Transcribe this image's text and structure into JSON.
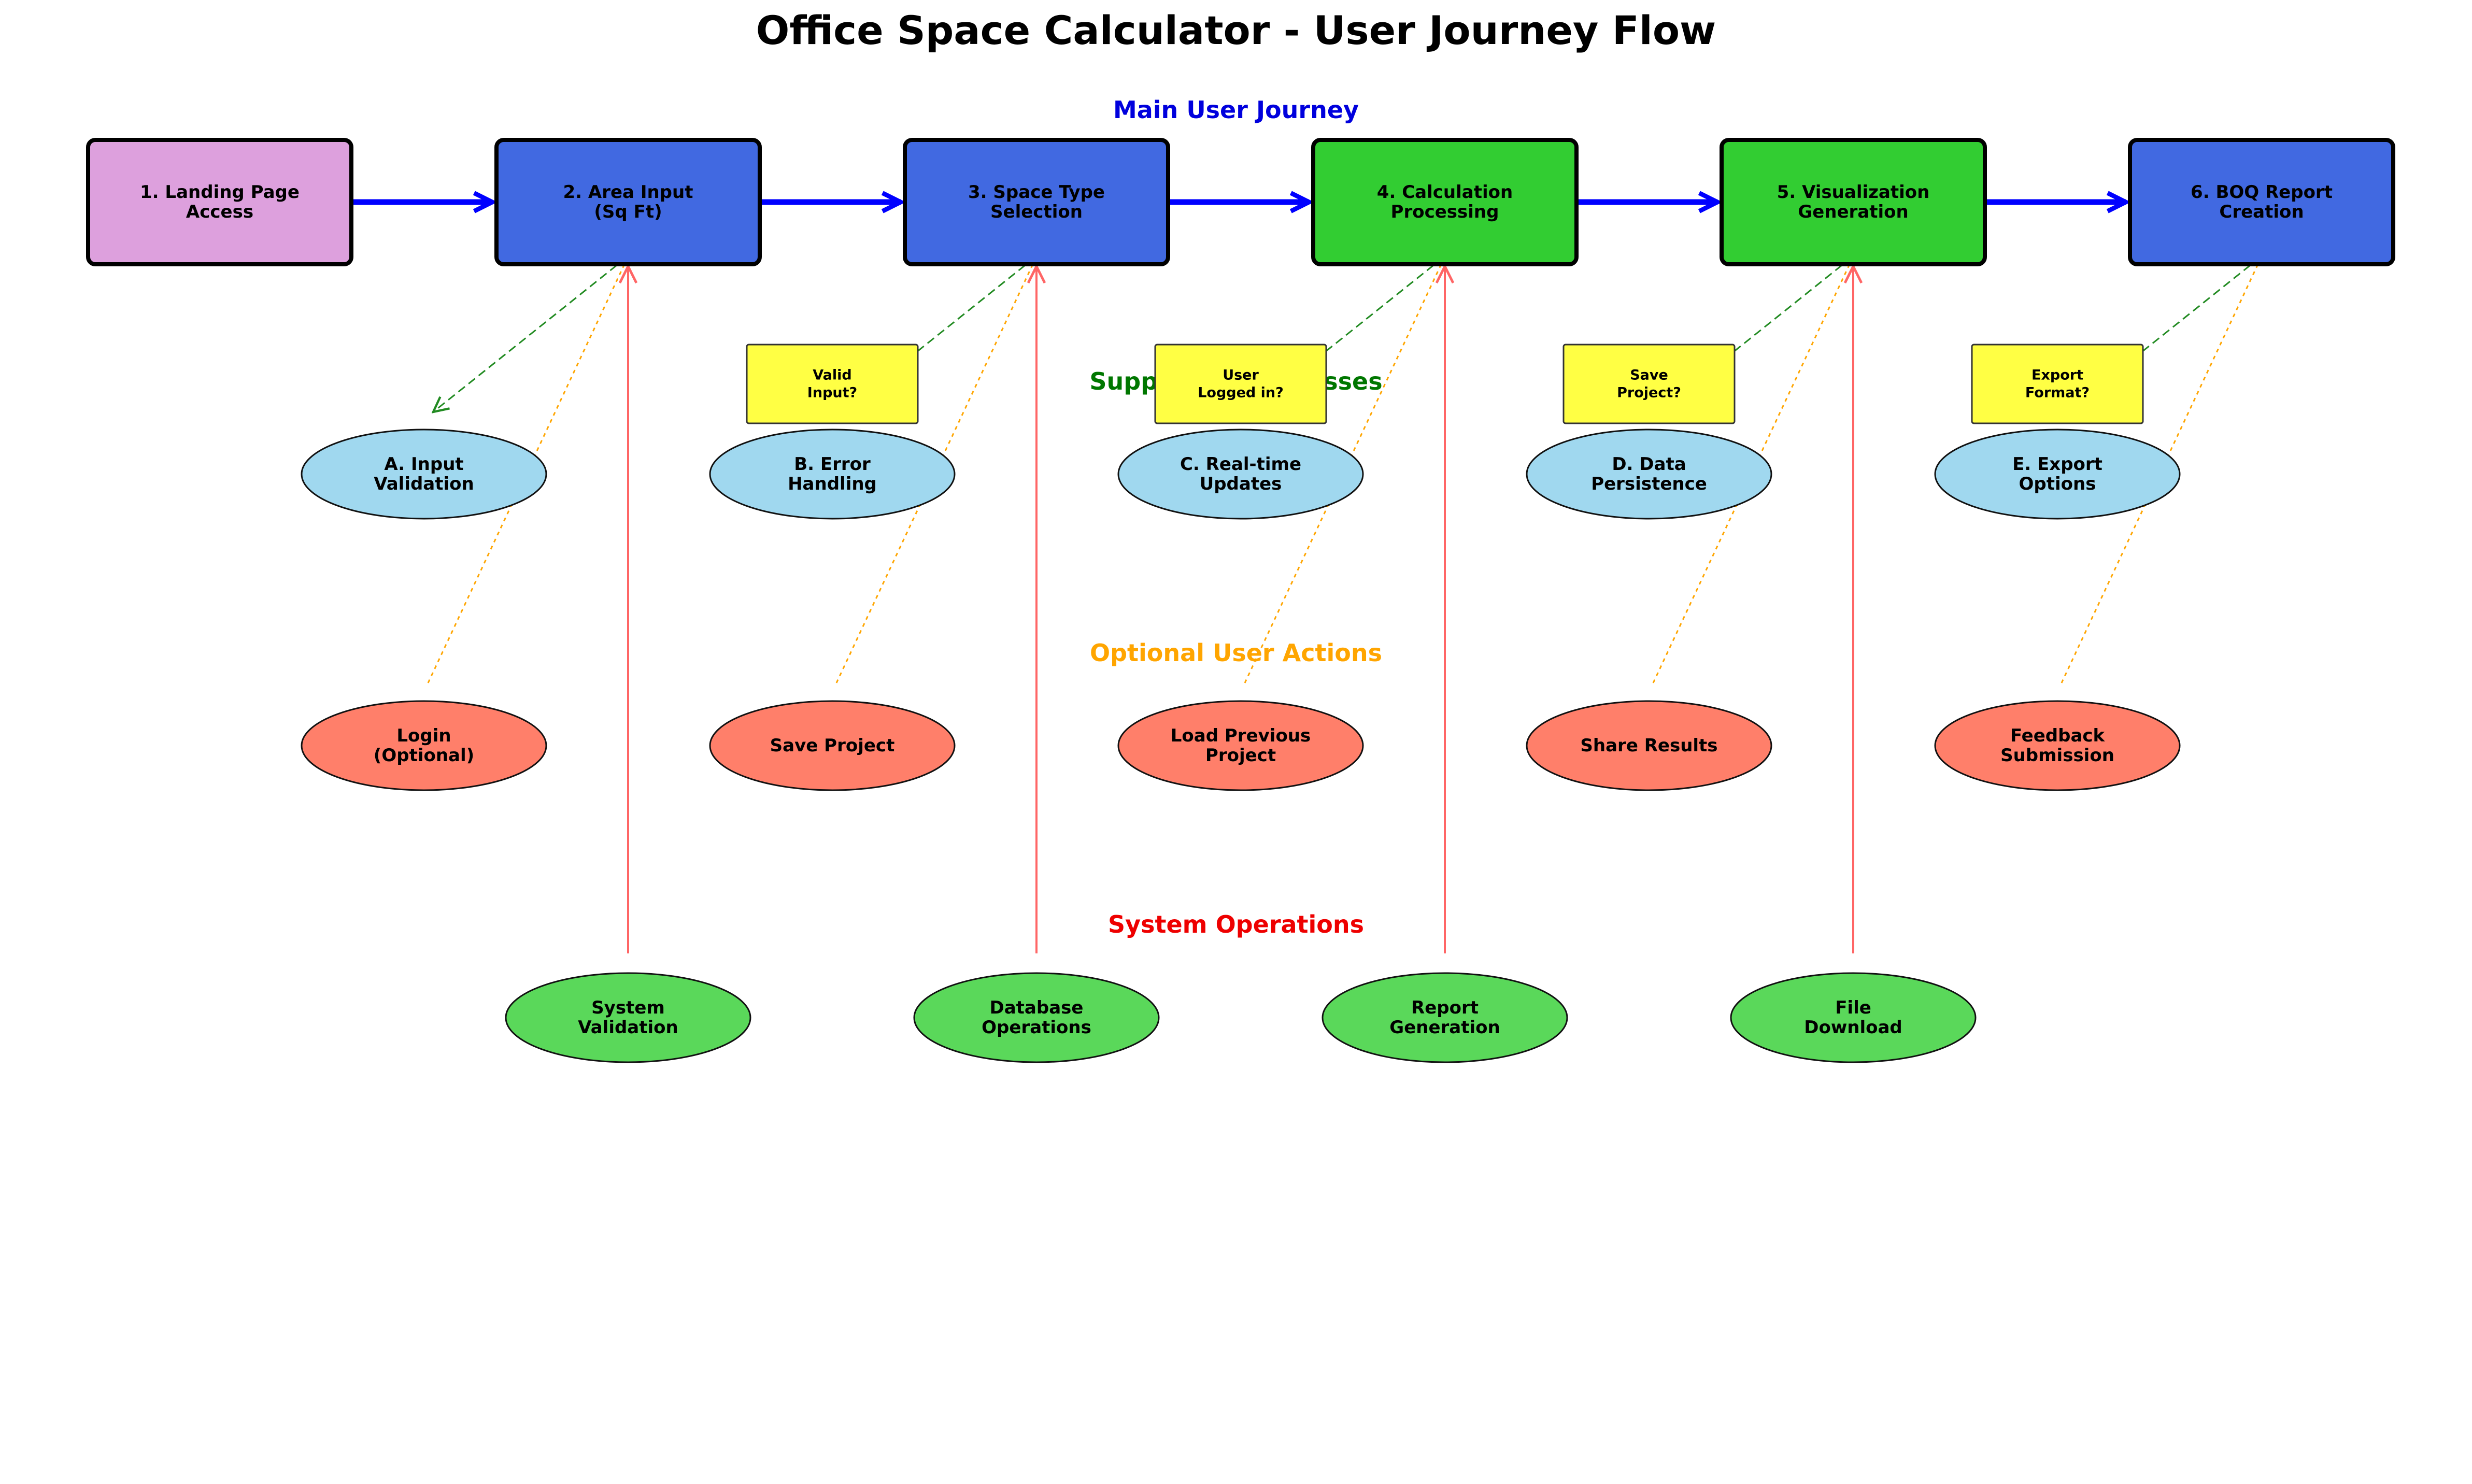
{
  "title": "Office Space Calculator - User Journey Flow",
  "colors": {
    "landing": "#DDA0DD",
    "blue_step": "#4169E1",
    "green_step": "#32CD32",
    "support": "#A0D8EF",
    "optional": "#FF7F6A",
    "system": "#5AD85A",
    "decision": "#FFFF44",
    "main_arrow": "#0000FF",
    "support_arrow": "#228B22",
    "optional_line": "#FFA500",
    "system_arrow": "#FF6666"
  },
  "sections": {
    "main": {
      "label": "Main User Journey",
      "color": "#0000DD"
    },
    "support": {
      "label": "Supporting Processes",
      "color": "#007700"
    },
    "optional": {
      "label": "Optional User Actions",
      "color": "#FFA500"
    },
    "system": {
      "label": "System Operations",
      "color": "#EE0000"
    }
  },
  "main_steps": [
    {
      "lines": [
        "1. Landing Page",
        "Access"
      ],
      "color": "landing"
    },
    {
      "lines": [
        "2. Area Input",
        "(Sq Ft)"
      ],
      "color": "blue_step"
    },
    {
      "lines": [
        "3. Space Type",
        "Selection"
      ],
      "color": "blue_step"
    },
    {
      "lines": [
        "4. Calculation",
        "Processing"
      ],
      "color": "green_step"
    },
    {
      "lines": [
        "5. Visualization",
        "Generation"
      ],
      "color": "green_step"
    },
    {
      "lines": [
        "6. BOQ Report",
        "Creation"
      ],
      "color": "blue_step"
    }
  ],
  "decisions": [
    {
      "lines": [
        "Valid",
        "Input?"
      ]
    },
    {
      "lines": [
        "User",
        "Logged in?"
      ]
    },
    {
      "lines": [
        "Save",
        "Project?"
      ]
    },
    {
      "lines": [
        "Export",
        "Format?"
      ]
    }
  ],
  "support_nodes": [
    {
      "lines": [
        "A. Input",
        "Validation"
      ]
    },
    {
      "lines": [
        "B. Error",
        "Handling"
      ]
    },
    {
      "lines": [
        "C. Real-time",
        "Updates"
      ]
    },
    {
      "lines": [
        "D. Data",
        "Persistence"
      ]
    },
    {
      "lines": [
        "E. Export",
        "Options"
      ]
    }
  ],
  "optional_nodes": [
    {
      "lines": [
        "Login",
        "(Optional)"
      ]
    },
    {
      "lines": [
        "Save Project"
      ]
    },
    {
      "lines": [
        "Load Previous",
        "Project"
      ]
    },
    {
      "lines": [
        "Share Results"
      ]
    },
    {
      "lines": [
        "Feedback",
        "Submission"
      ]
    }
  ],
  "system_nodes": [
    {
      "lines": [
        "System",
        "Validation"
      ]
    },
    {
      "lines": [
        "Database",
        "Operations"
      ]
    },
    {
      "lines": [
        "Report",
        "Generation"
      ]
    },
    {
      "lines": [
        "File",
        "Download"
      ]
    }
  ]
}
